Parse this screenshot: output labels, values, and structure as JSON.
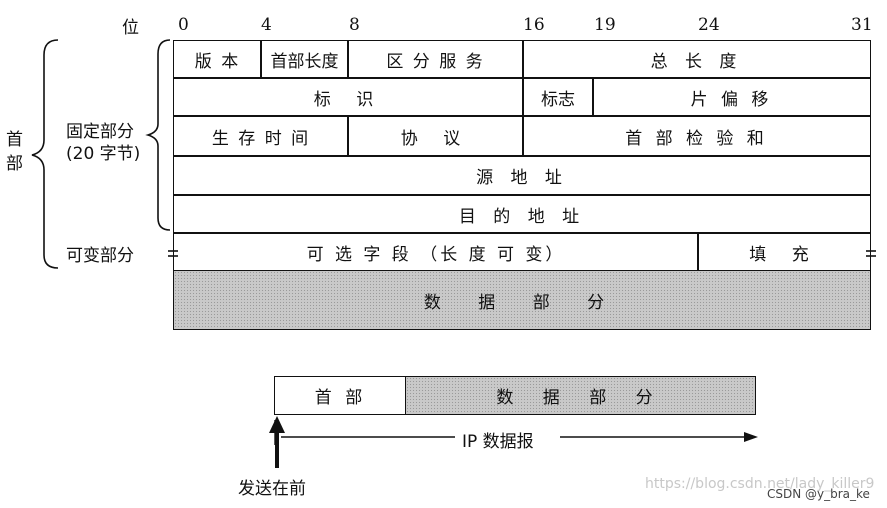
{
  "bits_label": "位",
  "bit_ticks": [
    "0",
    "4",
    "8",
    "16",
    "19",
    "24",
    "31"
  ],
  "side_labels": {
    "header": "首部",
    "fixed_part_line1": "固定部分",
    "fixed_part_line2": "(20 字节)",
    "variable_part": "可变部分"
  },
  "fields": {
    "version": "版 本",
    "header_length": "首部长度",
    "diff_services": "区 分 服 务",
    "total_length": "总 长 度",
    "identification": "标 识",
    "flags": "标志",
    "fragment_offset": "片 偏 移",
    "ttl": "生 存 时 间",
    "protocol": "协 议",
    "checksum": "首 部 检 验 和",
    "source_address": "源 地 址",
    "dest_address": "目 的 地 址",
    "options": "可 选 字 段 （长 度 可 变）",
    "padding": "填 充",
    "data": "数 据 部 分"
  },
  "bottom": {
    "header": "首 部",
    "data": "数 据 部 分",
    "datagram_label": "IP 数据报",
    "send_first": "发送在前"
  },
  "watermark": "https://blog.csdn.net/lady_killer9",
  "credit": "CSDN @y_bra_ke"
}
